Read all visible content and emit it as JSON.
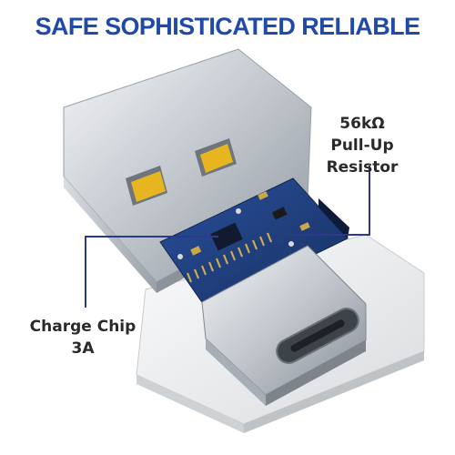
{
  "header": {
    "title": "SAFE SOPHISTICATED RELIABLE"
  },
  "callouts": {
    "resistor": {
      "line1": "56kΩ",
      "line2": "Pull-Up Resistor"
    },
    "chip": {
      "line1": "Charge Chip",
      "line2": "3A"
    }
  },
  "colors": {
    "accent": "#1f4aa8",
    "pcb": "#1e3a78",
    "metal": "#c9ced4",
    "gold": "#e7b520",
    "body": "#eceef0"
  }
}
